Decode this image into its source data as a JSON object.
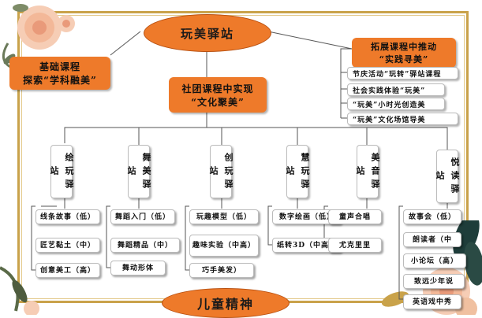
{
  "top_title": "玩美驿站",
  "bottom_title": "儿童精神",
  "left_box": {
    "line1": "基础课程",
    "line2": "探索“学科融美”"
  },
  "right_box": {
    "line1": "拓展课程中推动",
    "line2": "“实践寻美”",
    "items": [
      "节庆活动“玩转”驿站课程",
      "社会实践体验“玩美”",
      "“玩美”小时光创造美",
      "“玩美”文化场馆导美"
    ]
  },
  "center_box": {
    "line1": "社团课程中实现",
    "line2": "“文化聚美”"
  },
  "stations": [
    {
      "name": "绘玩驿站",
      "items": [
        "线条故事（低）",
        "匠艺黏土（中）",
        "创意美工（高）"
      ]
    },
    {
      "name": "舞美驿站",
      "items": [
        "舞蹈入门（低）",
        "舞蹈精品（中）",
        "舞动形体"
      ]
    },
    {
      "name": "创玩驿站",
      "items": [
        "玩趣模型（低）",
        "趣味实验（中高）",
        "巧手美发）"
      ]
    },
    {
      "name": "慧玩驿站",
      "items": [
        "数字绘画（低）",
        "纸转3D（中高）"
      ]
    },
    {
      "name": "美音驿站",
      "items": [
        "童声合唱",
        "尤克里里"
      ]
    },
    {
      "name": "悦读驿站",
      "items": [
        "故事会（低）",
        "朗读者（中",
        "小论坛（高）",
        "致远少年说",
        "英语戏中秀"
      ]
    }
  ]
}
